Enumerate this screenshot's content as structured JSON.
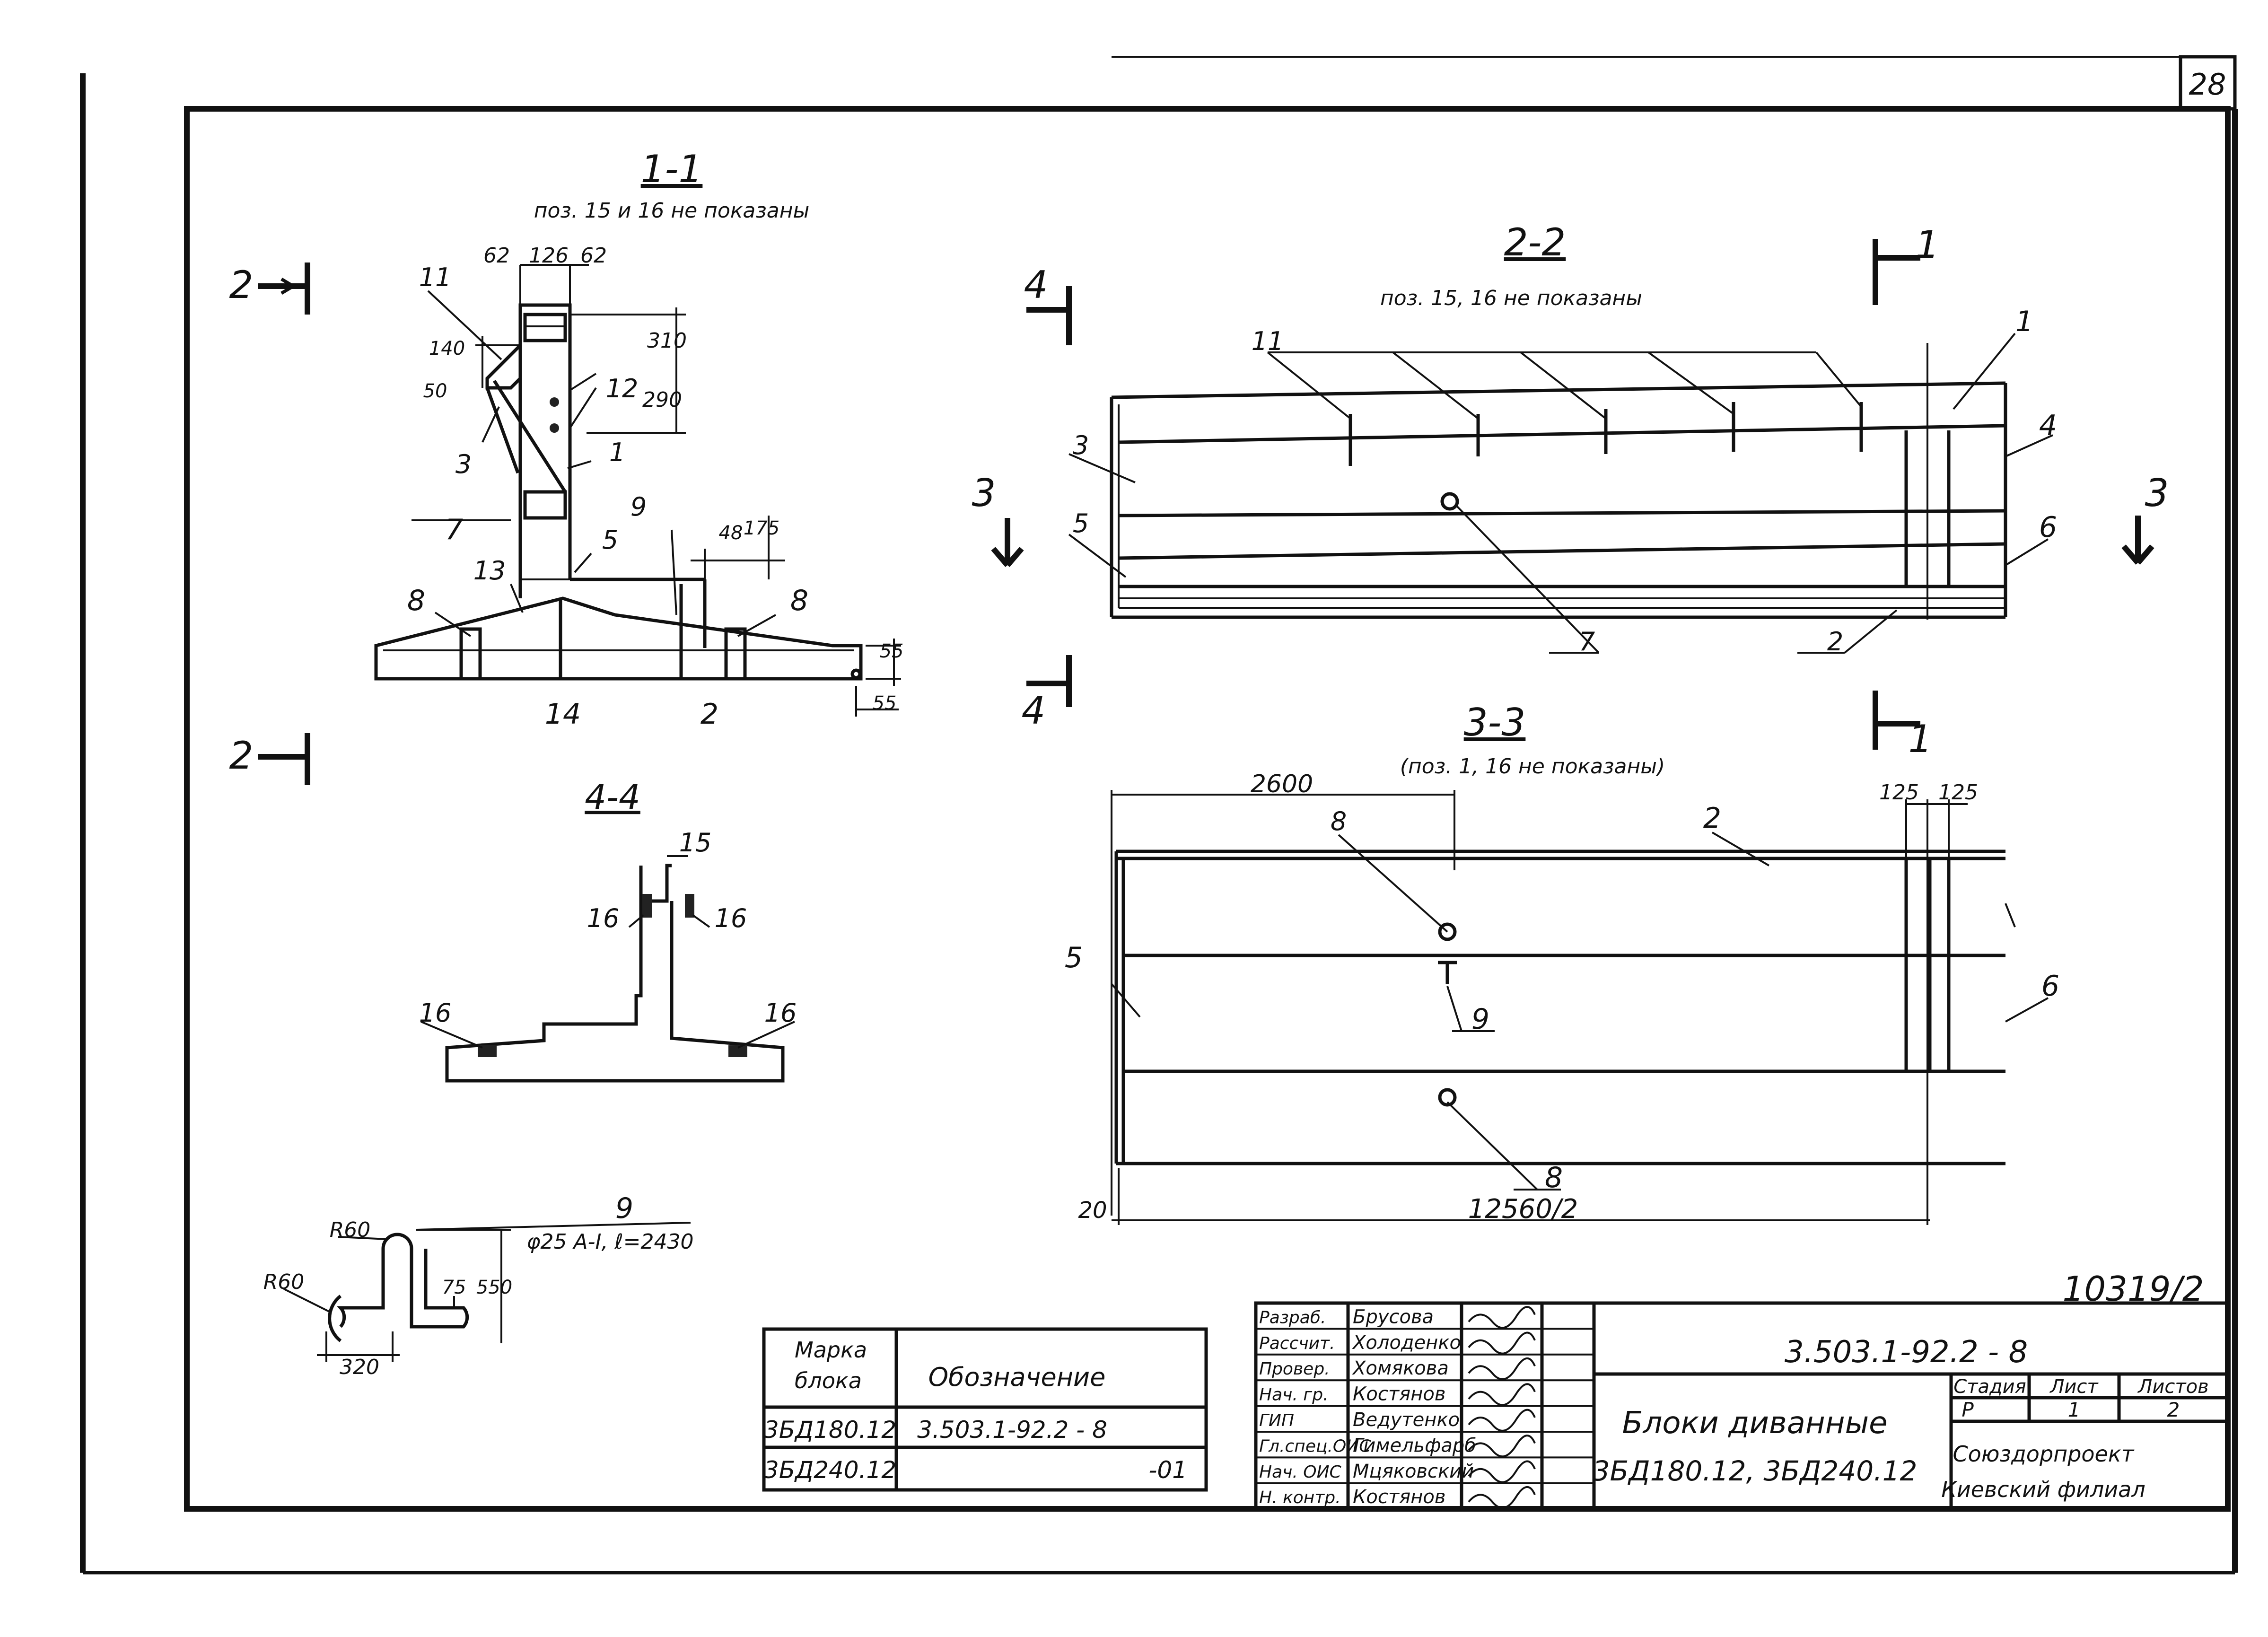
{
  "sheet_number": "28",
  "archive_number": "10319/2",
  "sections": {
    "s11": {
      "title": "1-1",
      "note": "поз. 15 и 16 не показаны",
      "dims": {
        "d62a": "62",
        "d126": "126",
        "d62b": "62",
        "d140": "140",
        "d50": "50",
        "d310": "310",
        "d290": "290",
        "d48": "48",
        "d175": "175",
        "d55a": "55",
        "d55b": "55"
      },
      "labels": {
        "p11": "11",
        "p12": "12",
        "p3": "3",
        "p1": "1",
        "p7": "7",
        "p9": "9",
        "p5": "5",
        "p13": "13",
        "p8a": "8",
        "p8b": "8",
        "p14": "14",
        "p2": "2"
      }
    },
    "s22": {
      "title": "2-2",
      "note": "поз. 15, 16 не показаны",
      "labels": {
        "p11": "11",
        "p1": "1",
        "p3": "3",
        "p4": "4",
        "p5": "5",
        "p6": "6",
        "p7": "7",
        "p2": "2"
      }
    },
    "s33": {
      "title": "3-3",
      "note": "(поз. 1, 16 не показаны)",
      "dims": {
        "d2600": "2600",
        "d125a": "125",
        "d125b": "125",
        "d20": "20",
        "d12560": "12560/2"
      },
      "labels": {
        "p8a": "8",
        "p2": "2",
        "p5": "5",
        "p9": "9",
        "p6": "6",
        "p8b": "8"
      }
    },
    "s44": {
      "title": "4-4",
      "labels": {
        "p15": "15",
        "p16a": "16",
        "p16b": "16",
        "p16c": "16",
        "p16d": "16"
      }
    },
    "cut_marks": {
      "c2": "2",
      "c4": "4",
      "c3": "3",
      "c1": "1"
    },
    "bar9": {
      "label": "9",
      "spec": "φ25 A-I, ℓ=2430",
      "r60a": "R60",
      "r60b": "R60",
      "d75": "75",
      "d550": "550",
      "d320": "320"
    }
  },
  "marks_table": {
    "header_mark": "Марка\nблока",
    "header_designation": "Обозначение",
    "rows": [
      {
        "mark": "3БД180.12",
        "designation": "3.503.1-92.2 - 8"
      },
      {
        "mark": "3БД240.12",
        "designation": "-01"
      }
    ]
  },
  "title_block": {
    "signatures": [
      {
        "role": "Разраб.",
        "name": "Брусова"
      },
      {
        "role": "Рассчит.",
        "name": "Холоденко"
      },
      {
        "role": "Провер.",
        "name": "Хомякова"
      },
      {
        "role": "Нач. гр.",
        "name": "Костянов"
      },
      {
        "role": "ГИП",
        "name": "Ведутенко"
      },
      {
        "role": "Гл.спец.ОИС",
        "name": "Гимельфарб"
      },
      {
        "role": "Нач. ОИС",
        "name": "Мцяковский"
      },
      {
        "role": "Н. контр.",
        "name": "Костянов"
      }
    ],
    "document_code": "3.503.1-92.2 - 8",
    "title_line1": "Блоки диванные",
    "title_line2": "3БД180.12, 3БД240.12",
    "stage_header": "Стадия",
    "sheet_header": "Лист",
    "sheets_header": "Листов",
    "stage": "Р",
    "sheet": "1",
    "sheets": "2",
    "org_line1": "Союздорпроект",
    "org_line2": "Киевский филиал"
  }
}
